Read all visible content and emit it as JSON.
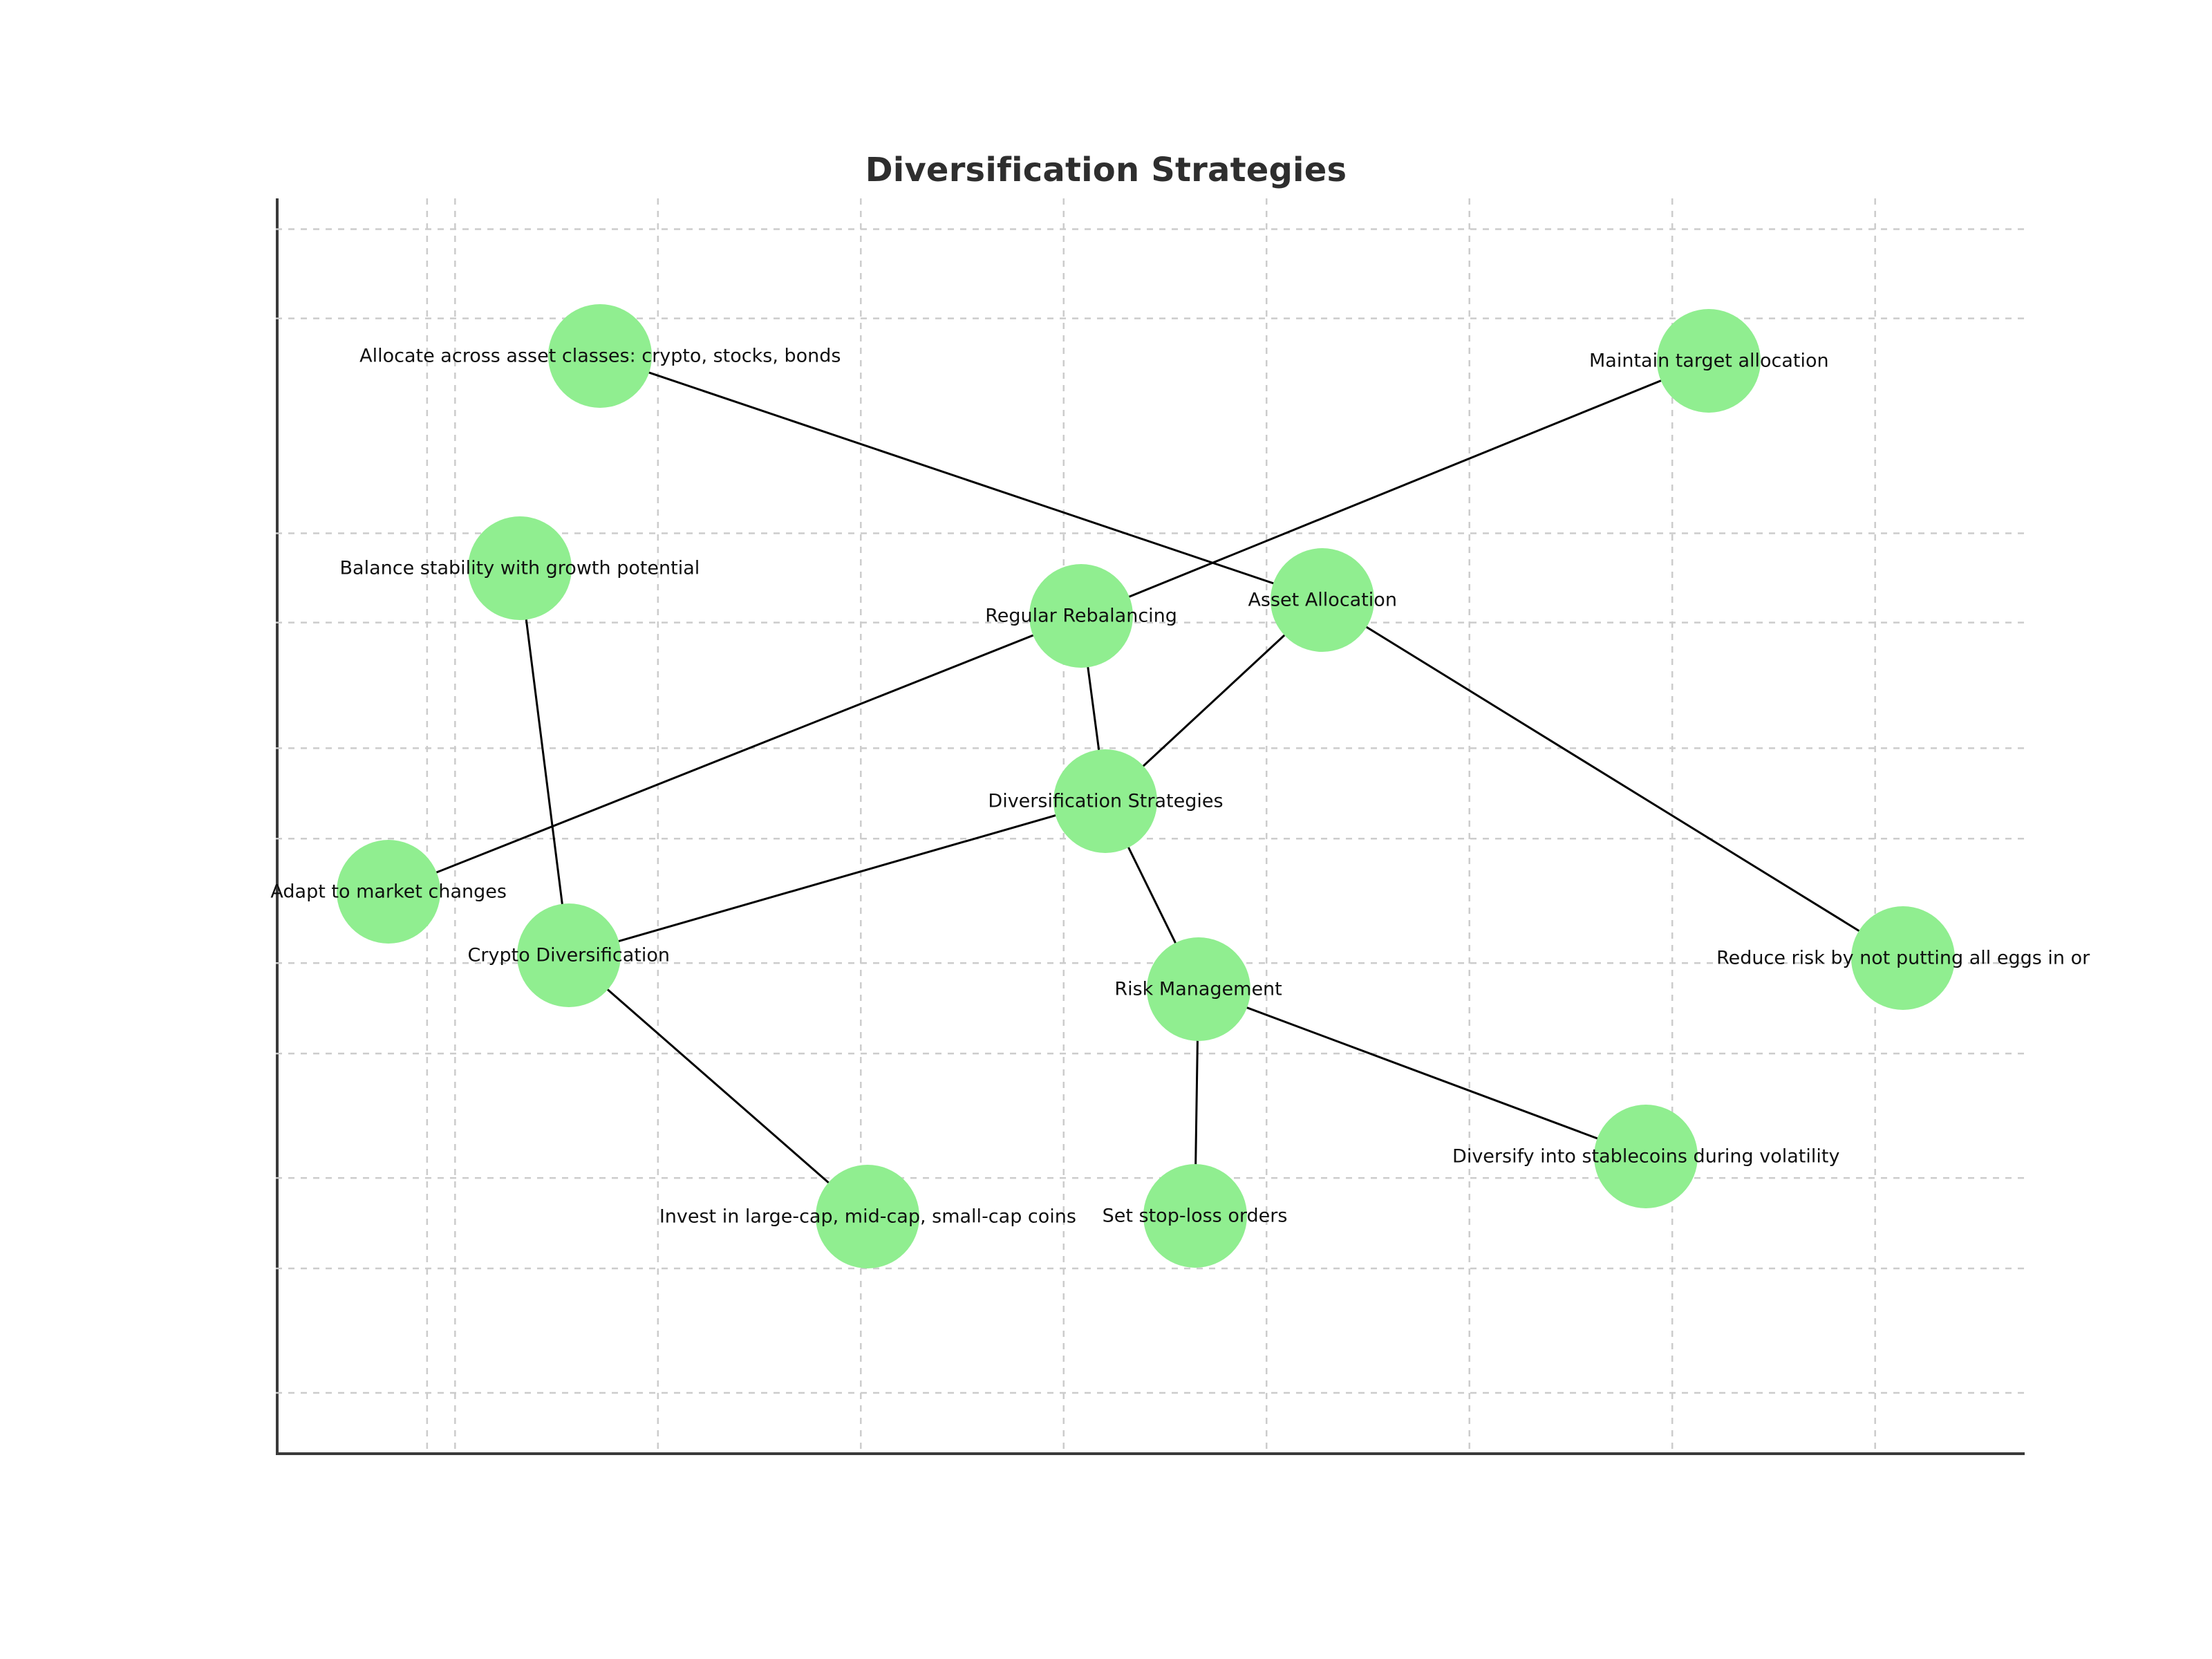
{
  "chart_data": {
    "type": "network",
    "title": "Diversification Strategies",
    "xlabel": "",
    "ylabel": "",
    "grid": true,
    "legend": null,
    "node_color": "#90ee90",
    "edge_color": "#000000",
    "background": "#ffffff",
    "axis_ranges": {
      "x": [
        0,
        1
      ],
      "y": [
        0,
        1
      ]
    },
    "nodes": [
      {
        "id": "allocate_assets",
        "label": "Allocate across asset classes: crypto, stocks, bonds",
        "x": 0.1855,
        "y": 0.8745,
        "radius": 75,
        "label_anchor": "center"
      },
      {
        "id": "maintain_target",
        "label": "Maintain target allocation",
        "x": 0.8195,
        "y": 0.8705,
        "radius": 75,
        "label_anchor": "center"
      },
      {
        "id": "balance_stability",
        "label": "Balance stability with growth potential",
        "x": 0.1395,
        "y": 0.7055,
        "radius": 75,
        "label_anchor": "center"
      },
      {
        "id": "regular_rebalancing",
        "label": "Regular Rebalancing",
        "x": 0.4605,
        "y": 0.6675,
        "radius": 75,
        "label_anchor": "center"
      },
      {
        "id": "asset_allocation",
        "label": "Asset Allocation",
        "x": 0.5985,
        "y": 0.6805,
        "radius": 75,
        "label_anchor": "center"
      },
      {
        "id": "diversification_strategies",
        "label": "Diversification Strategies",
        "x": 0.4745,
        "y": 0.5205,
        "radius": 75,
        "label_anchor": "center"
      },
      {
        "id": "adapt_market",
        "label": "Adapt to market changes",
        "x": 0.0645,
        "y": 0.4485,
        "radius": 75,
        "label_anchor": "center"
      },
      {
        "id": "crypto_diversification",
        "label": "Crypto Diversification",
        "x": 0.1675,
        "y": 0.3975,
        "radius": 75,
        "label_anchor": "center"
      },
      {
        "id": "reduce_risk_eggs",
        "label": "Reduce risk by not putting all eggs in or",
        "x": 0.9305,
        "y": 0.3955,
        "radius": 75,
        "label_anchor": "center"
      },
      {
        "id": "risk_management",
        "label": "Risk Management",
        "x": 0.5275,
        "y": 0.3705,
        "radius": 75,
        "label_anchor": "center"
      },
      {
        "id": "diversify_stablecoins",
        "label": "Diversify into stablecoins during volatility",
        "x": 0.7835,
        "y": 0.2375,
        "radius": 75,
        "label_anchor": "center"
      },
      {
        "id": "invest_caps",
        "label": "Invest in large-cap, mid-cap, small-cap coins",
        "x": 0.3385,
        "y": 0.1895,
        "radius": 75,
        "label_anchor": "center"
      },
      {
        "id": "stop_loss",
        "label": "Set stop-loss orders",
        "x": 0.5255,
        "y": 0.1905,
        "radius": 75,
        "label_anchor": "center"
      }
    ],
    "edges": [
      {
        "source": "diversification_strategies",
        "target": "asset_allocation"
      },
      {
        "source": "diversification_strategies",
        "target": "regular_rebalancing"
      },
      {
        "source": "diversification_strategies",
        "target": "crypto_diversification"
      },
      {
        "source": "diversification_strategies",
        "target": "risk_management"
      },
      {
        "source": "asset_allocation",
        "target": "allocate_assets"
      },
      {
        "source": "asset_allocation",
        "target": "reduce_risk_eggs"
      },
      {
        "source": "regular_rebalancing",
        "target": "maintain_target"
      },
      {
        "source": "regular_rebalancing",
        "target": "adapt_market"
      },
      {
        "source": "crypto_diversification",
        "target": "balance_stability"
      },
      {
        "source": "crypto_diversification",
        "target": "invest_caps"
      },
      {
        "source": "risk_management",
        "target": "stop_loss"
      },
      {
        "source": "risk_management",
        "target": "diversify_stablecoins"
      }
    ],
    "gridlines": {
      "vertical_x": [
        0.0865,
        0.1025,
        0.2185,
        0.3345,
        0.4505,
        0.5665,
        0.6825,
        0.7985,
        0.9145
      ],
      "horizontal_y": [
        0.9755,
        0.9045,
        0.7335,
        0.6625,
        0.5625,
        0.4905,
        0.3915,
        0.3195,
        0.2205,
        0.1485,
        0.0495
      ]
    }
  },
  "figure": {
    "title": "Diversification Strategies"
  }
}
